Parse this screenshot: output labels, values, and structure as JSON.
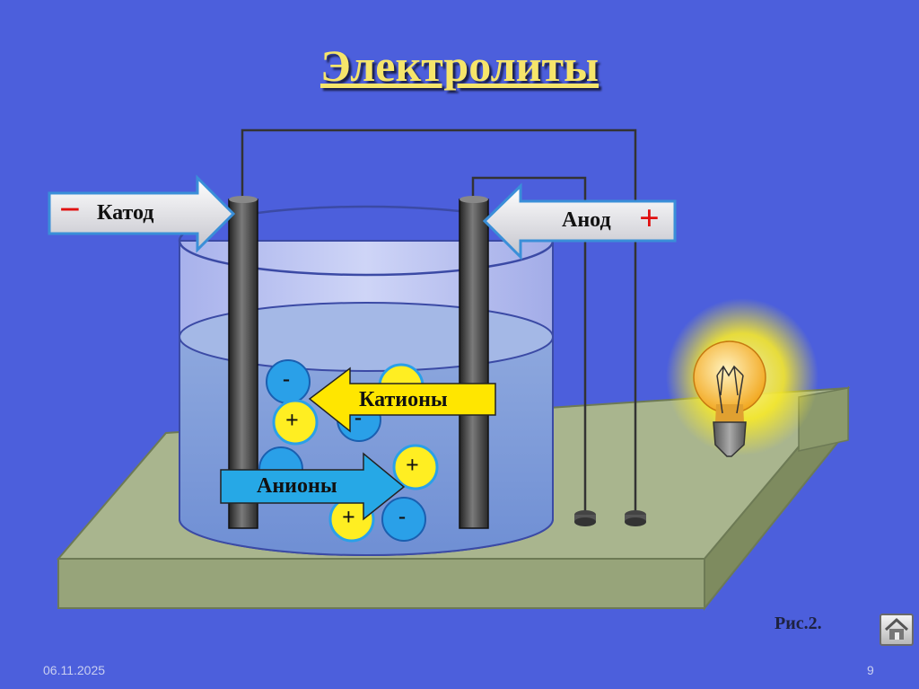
{
  "title": "Электролиты",
  "labels": {
    "cathode": "Катод",
    "anode": "Анод",
    "cations": "Катионы",
    "anions": "Анионы",
    "minus_sign": "−",
    "plus_sign": "+"
  },
  "ions": {
    "positive": "+",
    "negative": "-"
  },
  "caption": "Рис.2.",
  "footer": {
    "date": "06.11.2025",
    "page": "9"
  },
  "colors": {
    "background": "#4c5fdc",
    "title": "#f6e56a",
    "cation_fill": "#ffee22",
    "anion_fill": "#2aa0e8",
    "arrow_cations": "#ffe600",
    "arrow_anions": "#26a8e6",
    "sign_red": "#e01010"
  },
  "icons": {
    "home": "home-icon",
    "bulb": "light-bulb-icon"
  }
}
